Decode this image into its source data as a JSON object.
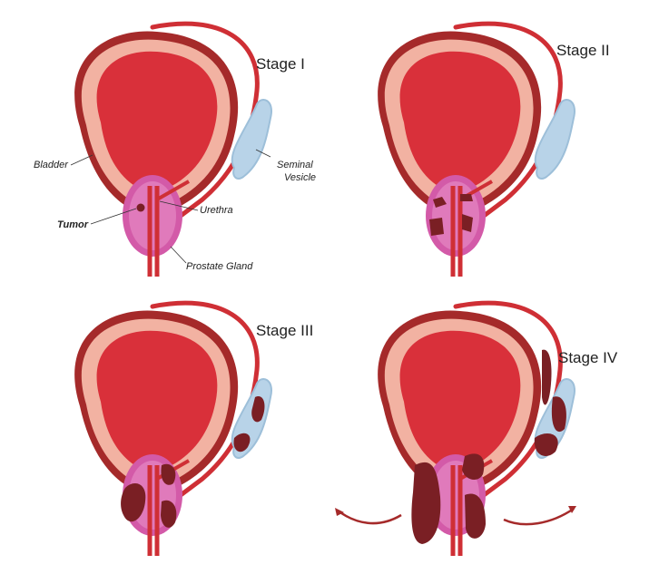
{
  "stages": [
    {
      "title": "Stage I"
    },
    {
      "title": "Stage II"
    },
    {
      "title": "Stage III"
    },
    {
      "title": "Stage IV"
    }
  ],
  "labels": {
    "bladder": "Bladder",
    "seminal": "Seminal",
    "vesicle": "Vesicle",
    "tumor": "Tumor",
    "urethra": "Urethra",
    "prostate": "Prostate Gland"
  },
  "colors": {
    "bladder_outer": "#a52a2a",
    "bladder_wall": "#f2b2a2",
    "bladder_inner": "#d9303a",
    "urethra": "#cf2f35",
    "prostate": "#d35aa8",
    "prostate_light": "#e98fc8",
    "tumor": "#7a1f24",
    "vesicle": "#b8d3e8"
  }
}
